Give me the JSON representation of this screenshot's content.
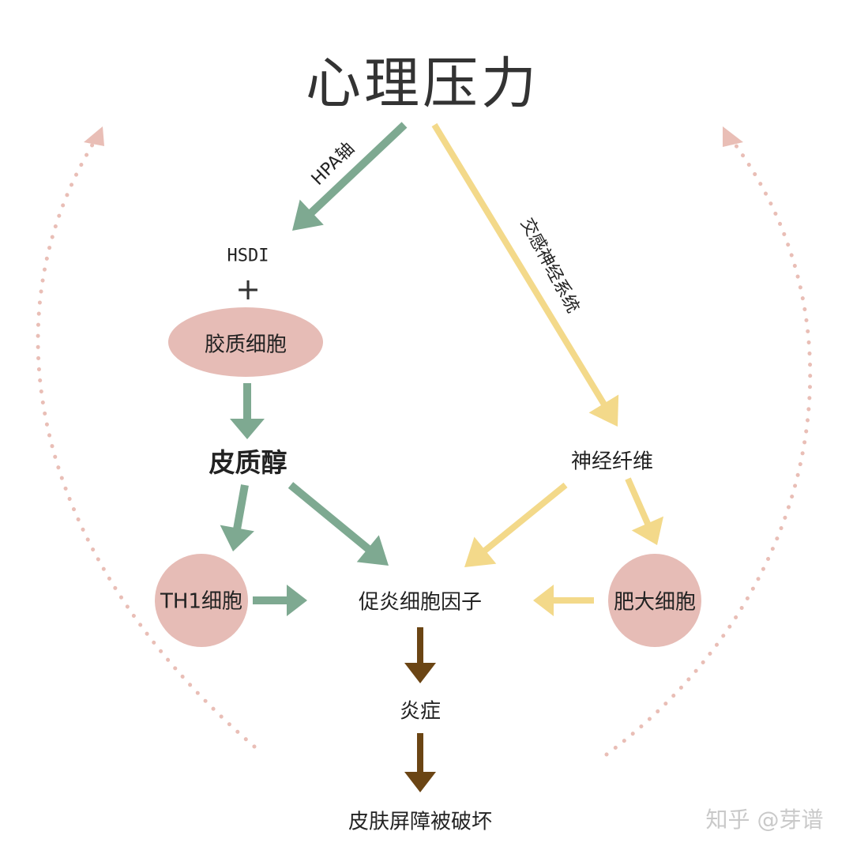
{
  "title": "心理压力",
  "edges": {
    "hpa": "HPA轴",
    "sns": "交感神经系统"
  },
  "nodes": {
    "hsd": "HSDI",
    "plus": "+",
    "keratinocyte": "胶质细胞",
    "cortisol": "皮质醇",
    "nerve_fiber": "神经纤维",
    "th1": "TH1细胞",
    "cytokine": "促炎细胞因子",
    "mast_cell": "肥大细胞",
    "inflammation": "炎症",
    "barrier": "皮肤屏障被破坏"
  },
  "watermark": "知乎 @芽谱",
  "colors": {
    "green": "#7ea991",
    "yellow": "#f3d98a",
    "brown": "#6b4514",
    "pink_fill": "#e6bcb6",
    "dotted": "#e9beb6"
  }
}
